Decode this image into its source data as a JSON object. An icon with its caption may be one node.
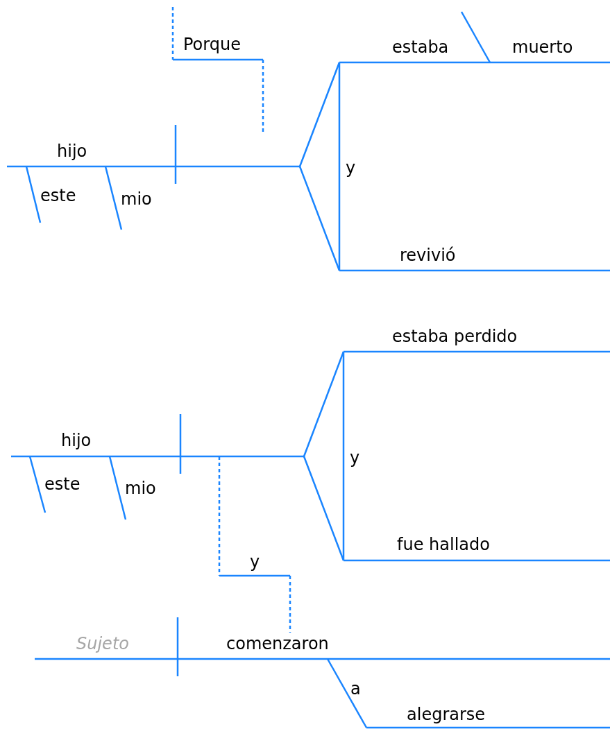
{
  "diagram": {
    "labels": [
      "Porque",
      "estaba",
      "muerto",
      "hijo",
      "y",
      "este",
      "mio",
      "revivió",
      "estaba perdido",
      "hijo",
      "y",
      "este",
      "mio",
      "fue hallado",
      "y",
      "Sujeto",
      "comenzaron",
      "a",
      "alegrarse"
    ]
  }
}
